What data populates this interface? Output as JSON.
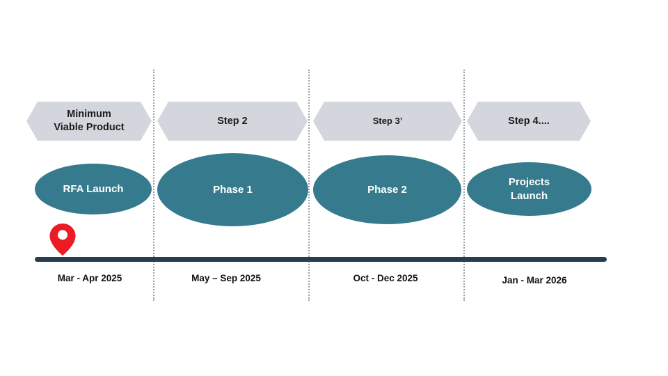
{
  "colors": {
    "step_banner_fill": "#d3d6dc",
    "step_banner_text": "#1b1b1b",
    "milestone_fill": "#367a8d",
    "milestone_text": "#ffffff",
    "timeline_bar": "#293d50",
    "pin_red": "#eb1c24",
    "divider_dots": "#9aa0a6"
  },
  "columns": [
    {
      "step": "Minimum\nViable Product",
      "milestone": "RFA Launch",
      "date": "Mar - Apr 2025"
    },
    {
      "step": "Step 2",
      "milestone": "Phase 1",
      "date": "May – Sep 2025"
    },
    {
      "step": "Step 3’",
      "milestone": "Phase 2",
      "date": "Oct - Dec 2025"
    },
    {
      "step": "Step 4....",
      "milestone": "Projects\nLaunch",
      "date": "Jan - Mar 2026"
    }
  ]
}
